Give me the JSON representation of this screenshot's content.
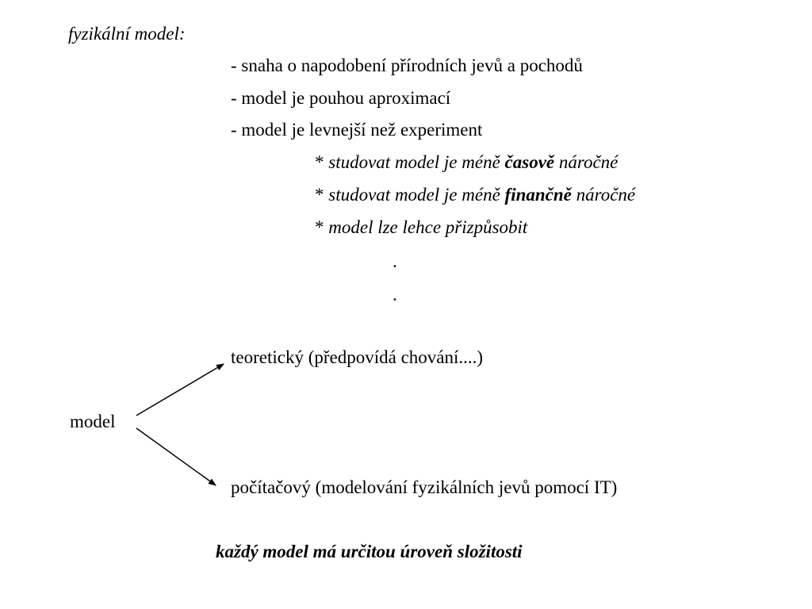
{
  "heading": "fyzikální model:",
  "bullets": [
    "- snaha o napodobení přírodních jevů a pochodů",
    "- model je pouhou aproximací",
    "- model je levnejší než experiment"
  ],
  "sub_items": [
    {
      "star": "*",
      "pre": "studovat model je méně",
      "bold": "časově",
      "post": "náročné"
    },
    {
      "star": "*",
      "pre": "studovat model je méně",
      "bold": "finančně",
      "post": "náročné"
    },
    {
      "star": "*",
      "pre": "model lze lehce přizpůsobit",
      "bold": "",
      "post": ""
    }
  ],
  "dots": [
    ".",
    "."
  ],
  "diagram": {
    "root": "model",
    "branch_top": "teoretický (předpovídá chování....)",
    "branch_bottom": "počítačový (modelování fyzikálních jevů pomocí IT)"
  },
  "conclusion": "každý model má určitou úroveň složitosti"
}
